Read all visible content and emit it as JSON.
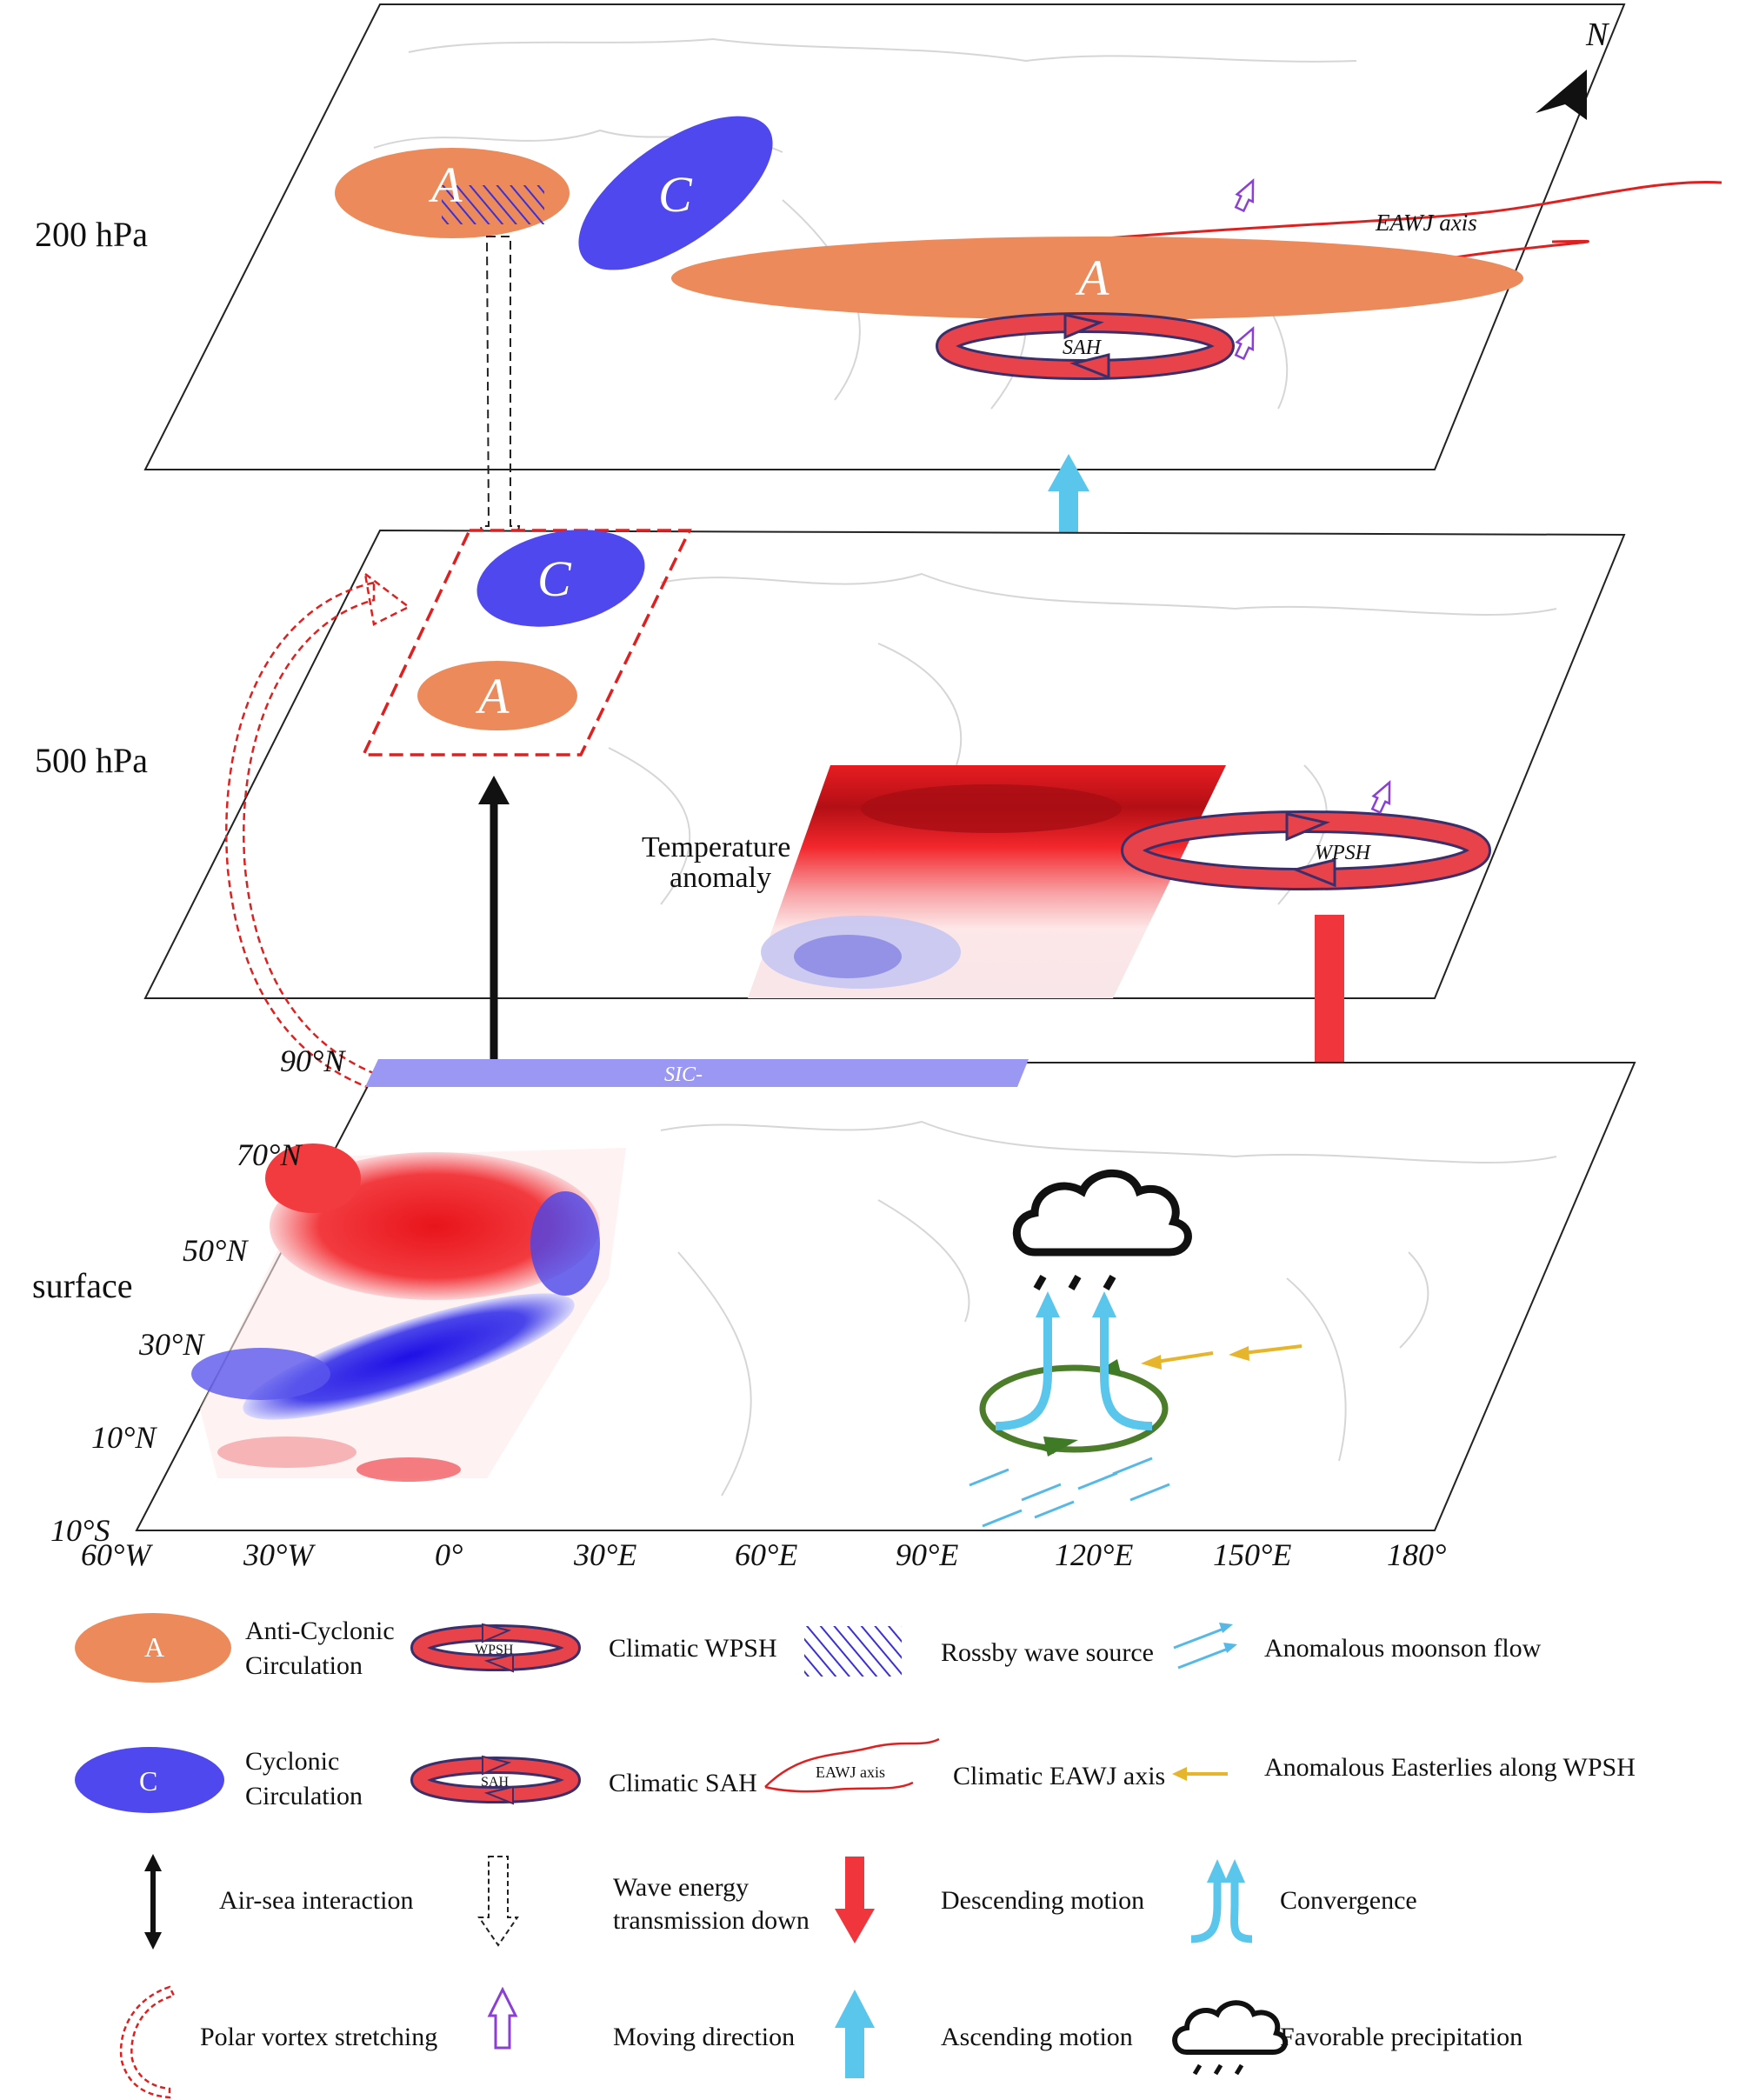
{
  "levels": {
    "top": "200 hPa",
    "mid": "500 hPa",
    "bottom": "surface"
  },
  "north_marker": "N",
  "panel_200": {
    "circulation_a1": "A",
    "circulation_c1": "C",
    "circulation_a2": "A",
    "eawj_label": "EAWJ axis",
    "sah_label": "SAH"
  },
  "panel_500": {
    "circulation_c": "C",
    "circulation_a": "A",
    "temp_anomaly_line1": "Temperature",
    "temp_anomaly_line2": "anomaly",
    "wpsh_label": "WPSH"
  },
  "panel_surface": {
    "sic_label": "SIC-",
    "lat_labels": [
      "90°N",
      "70°N",
      "50°N",
      "30°N",
      "10°N",
      "10°S"
    ],
    "lon_labels": [
      "60°W",
      "30°W",
      "0°",
      "30°E",
      "60°E",
      "90°E",
      "120°E",
      "150°E",
      "180°"
    ]
  },
  "legend": {
    "a_symbol": "A",
    "anticyclonic_1": "Anti-Cyclonic",
    "anticyclonic_2": "Circulation",
    "wpsh_symbol": "WPSH",
    "wpsh_text": "Climatic WPSH",
    "rossby": "Rossby wave source",
    "monsoon": "Anomalous moonson flow",
    "c_symbol": "C",
    "cyclonic_1": "Cyclonic",
    "cyclonic_2": "Circulation",
    "sah_symbol": "SAH",
    "sah_text": "Climatic SAH",
    "eawj_symbol": "EAWJ axis",
    "eawj_text": "Climatic EAWJ axis",
    "easterlies": "Anomalous Easterlies along WPSH",
    "airsea": "Air-sea interaction",
    "wave_1": "Wave energy",
    "wave_2": "transmission down",
    "descending": "Descending motion",
    "convergence": "Convergence",
    "polar": "Polar vortex stretching",
    "moving": "Moving direction",
    "ascending": "Ascending motion",
    "precip": "Favorable precipitation"
  },
  "colors": {
    "anticyclone": "#ec8a5c",
    "cyclone": "#4f48ee",
    "ring_red": "#e8424b",
    "ascending_blue": "#5bc6ec",
    "descending_red": "#f0353c",
    "easterly_yellow": "#e7b52b",
    "monsoon_blue": "#55b8e6",
    "green_circ": "#4c7d2a",
    "purple_arrow": "#8a3fd6"
  },
  "icons": [
    "north-arrow-icon",
    "cloud-rain-icon",
    "rossby-hatch-icon",
    "double-arrow-icon",
    "dashed-arrow-icon",
    "moving-arrow-icon"
  ]
}
